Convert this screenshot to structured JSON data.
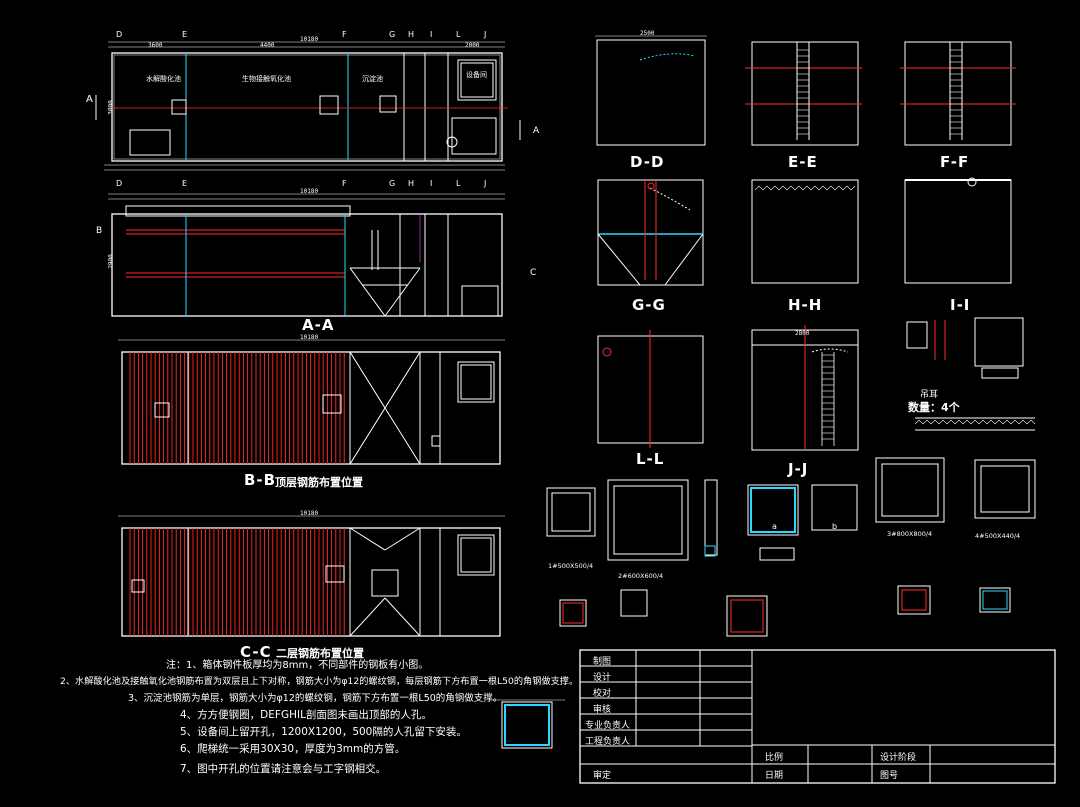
{
  "sections": {
    "aa": "A-A",
    "bb": "B-B",
    "bb_sub": "顶层钢筋布置位置",
    "cc": "C-C",
    "cc_sub": "二层钢筋布置位置",
    "dd": "D-D",
    "ee": "E-E",
    "ff": "F-F",
    "gg": "G-G",
    "hh": "H-H",
    "ii": "I-I",
    "ll": "L-L",
    "jj": "J-J"
  },
  "plan_labels": {
    "room1": "水解酸化池",
    "room2": "生物接触氧化池",
    "room3": "沉淀池",
    "room4": "设备间"
  },
  "grid_letters": [
    "D",
    "E",
    "F",
    "G",
    "H",
    "I",
    "L",
    "J"
  ],
  "axis_marks": {
    "a_left": "A",
    "a_right": "A",
    "b": "B",
    "c": "C"
  },
  "dims": {
    "total": "10180",
    "d1": "3600",
    "d2": "4400",
    "d3": "2000",
    "w1": "2500",
    "w2": "2800",
    "h1": "3000",
    "h2": "2900"
  },
  "lifting": {
    "label": "吊耳",
    "qty": "数量：4个"
  },
  "notes": [
    "注：1、箱体钢件板厚均为8mm，不同部件的钢板有小图。",
    "2、水解酸化池及接触氧化池钢筋布置为双层且上下对称，钢筋大小为φ12的螺纹钢，每层钢筋下方布置一根L50的角钢做支撑。",
    "3、沉淀池钢筋为单层，钢筋大小为φ12的螺纹钢，钢筋下方布置一根L50的角钢做支撑。",
    "4、方方便钢圈，DEFGHIL剖面图未画出顶部的人孔。",
    "5、设备间上留开孔，1200X1200，500隔的人孔留下安装。",
    "6、爬梯统一采用30X30，厚度为3mm的方管。",
    "7、图中开孔的位置请注意会与工字钢相交。"
  ],
  "title_block": {
    "rows": [
      "制图",
      "设计",
      "校对",
      "审核",
      "专业负责人",
      "工程负责人"
    ],
    "bottom_left": "审定",
    "scale": "比例",
    "date": "日期",
    "phase": "设计阶段",
    "drawing_no": "图号"
  },
  "detail_labels": {
    "a": "a",
    "b": "b",
    "k1": "1#500X500/4",
    "k2": "2#600X600/4",
    "k3": "3#800X800/4",
    "k4": "4#500X440/4"
  },
  "colors": {
    "bg": "#000000",
    "line": "#ffffff",
    "red": "#ff2a2a",
    "cyan": "#29d8ff",
    "green": "#3cff3c",
    "yellow": "#ffff33",
    "magenta": "#ff44ff"
  }
}
